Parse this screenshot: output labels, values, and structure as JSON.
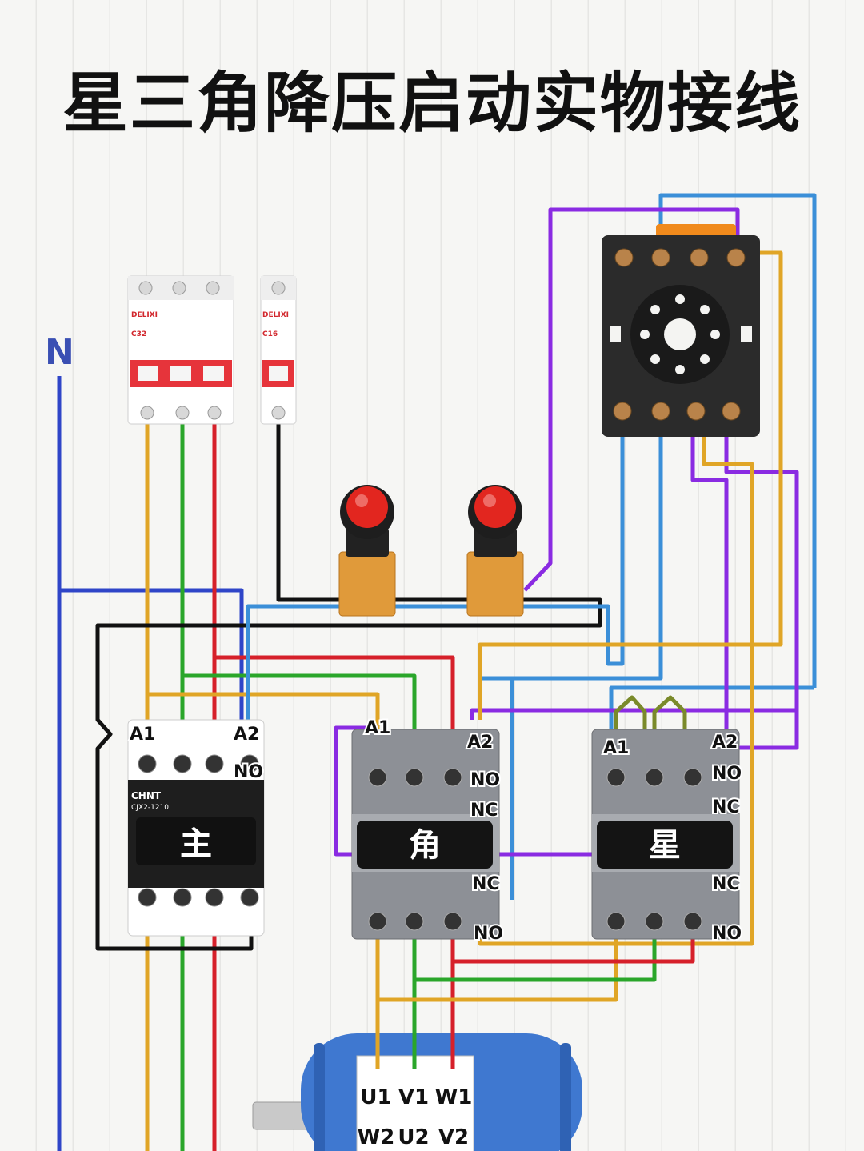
{
  "title": "星三角降压启动实物接线",
  "neutral_label": "N",
  "breakers": {
    "brand": "DELIXI",
    "main_rating": "C32",
    "control_rating": "C16"
  },
  "contactors": {
    "main": {
      "brand": "CHNT",
      "model": "CJX2-1210",
      "name": "主",
      "coil_a1": "A1",
      "coil_a2": "A2",
      "aux": "NO"
    },
    "delta": {
      "name": "角",
      "coil_a1": "A1",
      "coil_a2": "A2",
      "aux_no_top": "NO",
      "aux_nc_top": "NC",
      "aux_nc_bottom": "NC",
      "aux_no_bottom": "NO"
    },
    "star": {
      "name": "星",
      "coil_a1": "A1",
      "coil_a2": "A2",
      "aux_no_top": "NO",
      "aux_nc_top": "NC",
      "aux_nc_bottom": "NC",
      "aux_no_bottom": "NO"
    }
  },
  "motor": {
    "top_terminals": [
      "U1",
      "V1",
      "W1"
    ],
    "bottom_terminals": [
      "W2",
      "U2",
      "V2"
    ]
  },
  "colors": {
    "phase_l1": "#e0a526",
    "phase_l2": "#2aa62a",
    "phase_l3": "#d6202a",
    "neutral": "#2f45c8",
    "control_black": "#111111",
    "control_purple": "#8a2be2",
    "timer_blue": "#3b8fd8",
    "star_link": "#7a8a2a",
    "stop_button": "#e2261f"
  }
}
